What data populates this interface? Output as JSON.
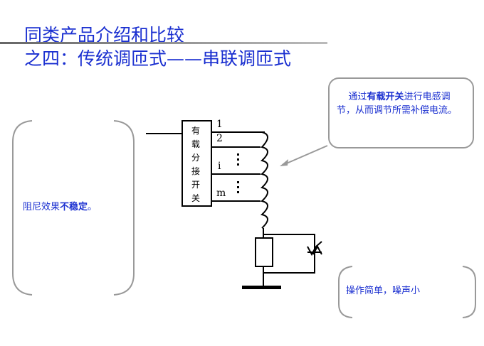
{
  "title": {
    "line1": "同类产品介绍和比较",
    "line2": "之四：传统调匝式——串联调匝式"
  },
  "diagram": {
    "switch_label": [
      "有",
      "载",
      "分",
      "接",
      "开",
      "关"
    ],
    "taps": [
      "1",
      "2",
      "i",
      "m"
    ]
  },
  "callout": {
    "pre": "通过",
    "bold": "有载开关",
    "post": "进行电感调节，从而调节所需补偿电流。"
  },
  "left_note": {
    "pre": "阻尼效果",
    "bold": "不稳定",
    "post": "。"
  },
  "right_note": {
    "text": "操作简单，噪声小"
  }
}
